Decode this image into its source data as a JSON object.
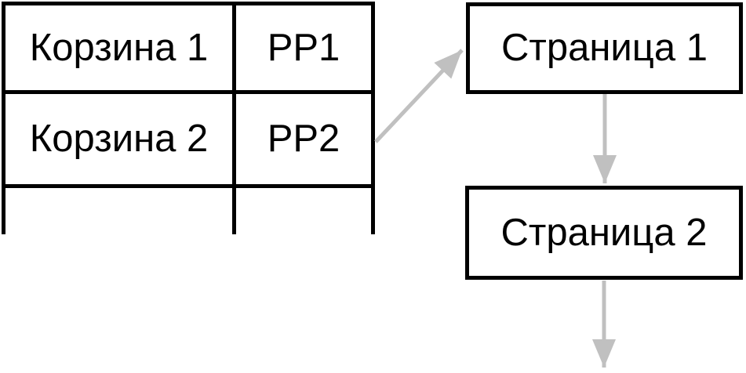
{
  "canvas": {
    "background": "#ffffff"
  },
  "colors": {
    "border": "#000000",
    "text": "#000000",
    "arrow": "#c0c0c0"
  },
  "table": {
    "rows": [
      {
        "basket": "Корзина 1",
        "pp": "PP1"
      },
      {
        "basket": "Корзина 2",
        "pp": "PP2"
      },
      {
        "basket": "",
        "pp": ""
      }
    ]
  },
  "pages": [
    {
      "label": "Страница 1"
    },
    {
      "label": "Страница 2"
    }
  ]
}
